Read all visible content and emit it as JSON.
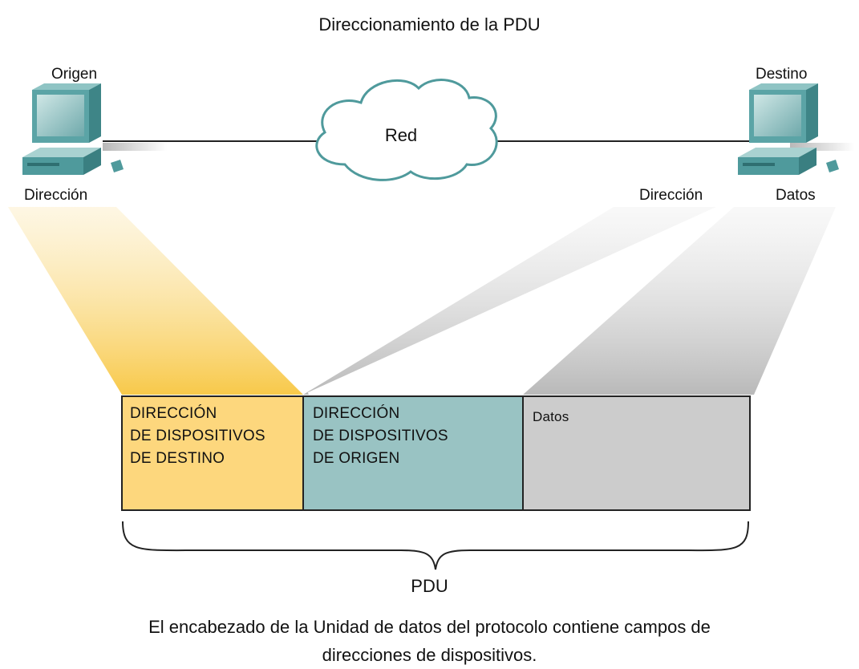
{
  "title": "Direccionamiento de la PDU",
  "source": {
    "label": "Origen",
    "sublabel": "Dirección"
  },
  "destination": {
    "label": "Destino",
    "sublabels": [
      "Dirección",
      "Datos"
    ]
  },
  "network": {
    "label": "Red"
  },
  "pdu": {
    "fields": [
      {
        "lines": [
          "DIRECCIÓN",
          "DE DISPOSITIVOS",
          "DE DESTINO"
        ],
        "color": "#fdd77d"
      },
      {
        "lines": [
          "DIRECCIÓN",
          "DE DISPOSITIVOS",
          "DE ORIGEN"
        ],
        "color": "#99c3c3"
      },
      {
        "lines": [
          "Datos"
        ],
        "color": "#cccccc"
      }
    ],
    "label": "PDU"
  },
  "caption": [
    "El encabezado de la Unidad de datos del protocolo contiene campos de",
    "direcciones de dispositivos."
  ],
  "colors": {
    "computer": "#4f9a9c",
    "beam_yellow": "#f8c94a",
    "beam_gray": "#bdbdbd"
  }
}
